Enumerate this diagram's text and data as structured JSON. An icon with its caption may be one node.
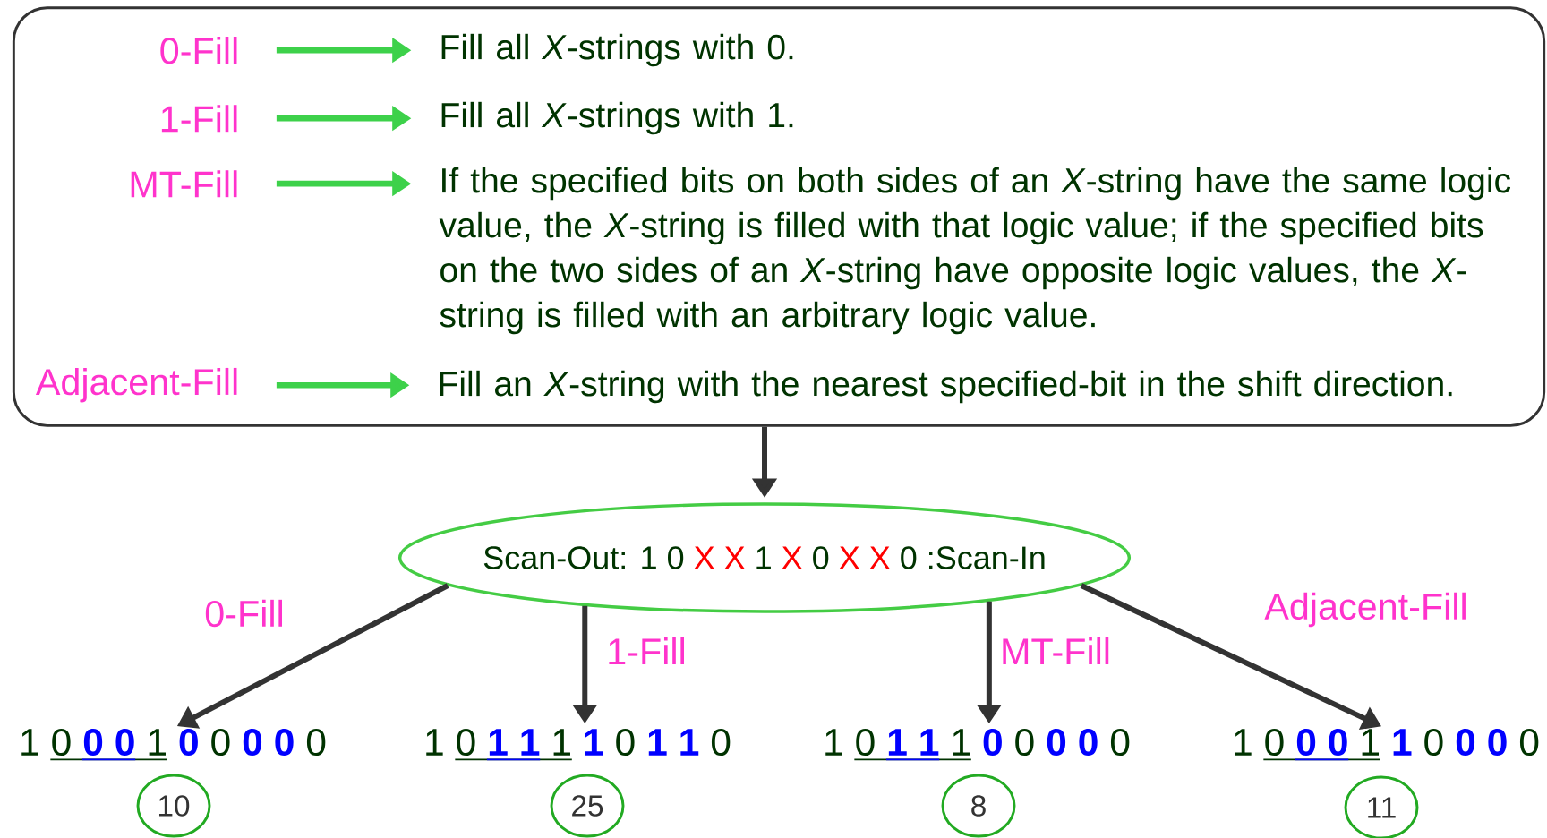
{
  "diagram": {
    "nodes": [
      {
        "text": [],
        "shape": "box"
      },
      {
        "text": [
          "0-Fill"
        ],
        "in": 0
      },
      {
        "text": [
          "Fill all *X*-strings with 0."
        ],
        "in": 0
      },
      {
        "text": [
          "1-Fill"
        ],
        "in": 0
      },
      {
        "text": [
          "Fill all *X*-strings with 1."
        ],
        "in": 0
      },
      {
        "text": [
          "MT-Fill"
        ],
        "in": 0
      },
      {
        "text": [
          "If the specified bits on both sides of an *X*-string have the same logic value, the *X*-string is filled with that logic value; if the specified bits on the two sides of an *X*-string have opposite logic values, the *X*-string is filled with an arbitrary logic value."
        ],
        "in": 0
      },
      {
        "text": [
          "Adjacent-Fill"
        ],
        "in": 0
      },
      {
        "text": [
          "Fill an *X*-string with the nearest specified-bit in the shift direction."
        ],
        "in": 0
      },
      {
        "text": [
          "Scan-Out: 1 0 **X** **X** 1 **X** 0 **X** **X** 0 :Scan-In"
        ]
      },
      {
        "text": [
          "1 0 **0** **0** 1 **0** 0 **0** **0** 0"
        ]
      },
      {
        "text": [
          "1 0 **1** **1** 1 **1** 0 **1** **1** 0"
        ]
      },
      {
        "text": [
          "1 0 **1** **1** 1 **0** 0 **0** **0** 0"
        ]
      },
      {
        "text": [
          "1 0 **0** **0** 1 **1** 0 **0** **0** 0"
        ]
      },
      {
        "text": [
          "10"
        ]
      },
      {
        "text": [
          "25"
        ]
      },
      {
        "text": [
          "8"
        ]
      },
      {
        "text": [
          "11"
        ]
      }
    ],
    "edges": [
      {
        "from": 1,
        "to": 2,
        "arrow": "to",
        "color": "#3dd14a"
      },
      {
        "from": 3,
        "to": 4,
        "arrow": "to",
        "color": "#3dd14a"
      },
      {
        "from": 5,
        "to": 6,
        "arrow": "to",
        "color": "#3dd14a"
      },
      {
        "from": 7,
        "to": 8,
        "arrow": "to",
        "color": "#3dd14a"
      },
      {
        "from": 0,
        "to": 9,
        "arrow": "to"
      },
      {
        "from": 9,
        "to": 10,
        "arrow": "to",
        "label": "0-Fill"
      },
      {
        "from": 9,
        "to": 11,
        "arrow": "to",
        "label": "1-Fill"
      },
      {
        "from": 9,
        "to": 12,
        "arrow": "to",
        "label": "MT-Fill"
      },
      {
        "from": 9,
        "to": 13,
        "arrow": "to",
        "label": "Adjacent-Fill"
      }
    ]
  }
}
